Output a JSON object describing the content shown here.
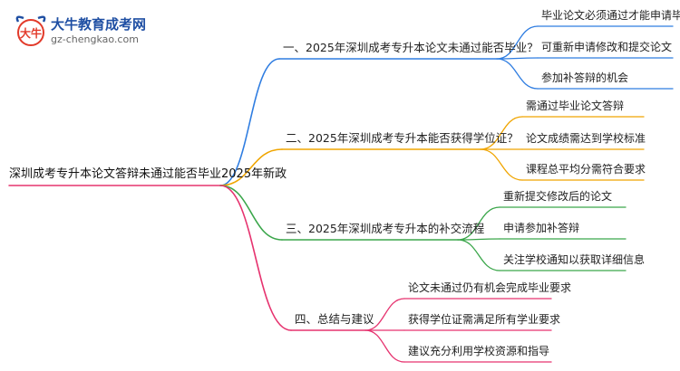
{
  "logo": {
    "name": "大牛教育成考网",
    "url": "gz-chengkao.com",
    "mark_text": "大牛"
  },
  "mindmap": {
    "root": "深圳成考专升本论文答辩未通过能否毕业2025年新政",
    "branches": [
      {
        "label": "一、2025年深圳成考专升本论文未通过能否毕业？",
        "color": "#2f7de1",
        "leaves": [
          "毕业论文必须通过才能申请毕业",
          "可重新申请修改和提交论文",
          "参加补答辩的机会"
        ]
      },
      {
        "label": "二、2025年深圳成考专升本能否获得学位证？",
        "color": "#f0a500",
        "leaves": [
          "需通过毕业论文答辩",
          "论文成绩需达到学校标准",
          "课程总平均分需符合要求"
        ]
      },
      {
        "label": "三、2025年深圳成考专升本的补交流程",
        "color": "#3aa64a",
        "leaves": [
          "重新提交修改后的论文",
          "申请参加补答辩",
          "关注学校通知以获取详细信息"
        ]
      },
      {
        "label": "四、总结与建议",
        "color": "#e6336f",
        "leaves": [
          "论文未通过仍有机会完成毕业要求",
          "获得学位证需满足所有学业要求",
          "建议充分利用学校资源和指导"
        ]
      }
    ]
  }
}
